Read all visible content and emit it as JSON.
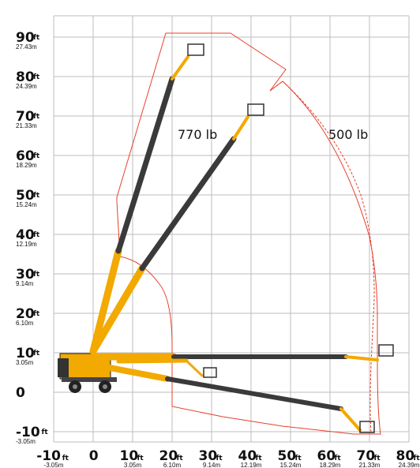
{
  "y_axis": [
    {
      "ft": "90",
      "m": "27.43m"
    },
    {
      "ft": "80",
      "m": "24.39m"
    },
    {
      "ft": "70",
      "m": "21.33m"
    },
    {
      "ft": "60",
      "m": "18.29m"
    },
    {
      "ft": "50",
      "m": "15.24m"
    },
    {
      "ft": "40",
      "m": "12.19m"
    },
    {
      "ft": "30",
      "m": "9.14m"
    },
    {
      "ft": "20",
      "m": "6.10m"
    },
    {
      "ft": "10",
      "m": "3.05m"
    },
    {
      "ft": "0",
      "m": ""
    },
    {
      "ft": "-10",
      "m": "-3.05m"
    }
  ],
  "x_axis": [
    {
      "ft": "-10",
      "m": "-3.05m"
    },
    {
      "ft": "0",
      "m": ""
    },
    {
      "ft": "10",
      "m": "3.05m"
    },
    {
      "ft": "20",
      "m": "6.10m"
    },
    {
      "ft": "30",
      "m": "9.14m"
    },
    {
      "ft": "40",
      "m": "12.19m"
    },
    {
      "ft": "50",
      "m": "15.24m"
    },
    {
      "ft": "60",
      "m": "18.29m"
    },
    {
      "ft": "70",
      "m": "21.33m"
    },
    {
      "ft": "80",
      "m": "24.39m"
    }
  ],
  "unit": "ft",
  "capacity_labels": {
    "inner": "770 lb",
    "outer": "500 lb"
  },
  "colors": {
    "grid": "#bdbdbd",
    "envelope": "#e8412c",
    "boom_dark": "#3a3a3a",
    "boom_yellow": "#f2a900",
    "text": "#111111"
  }
}
